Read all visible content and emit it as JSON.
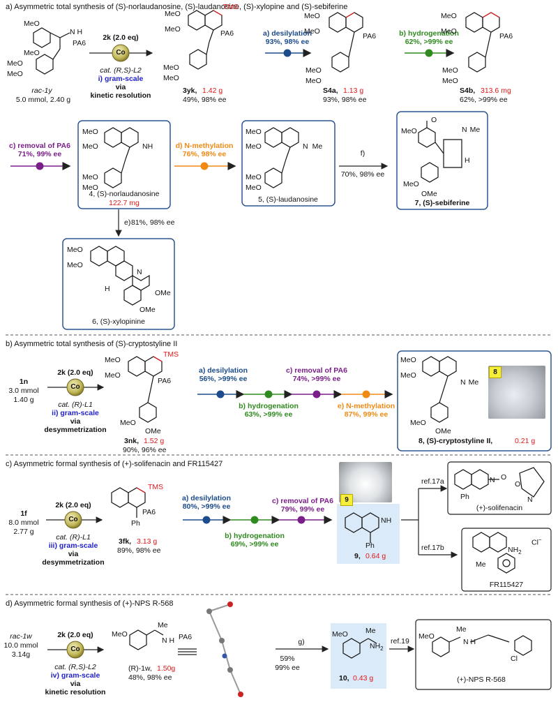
{
  "sections": {
    "a": {
      "title": "a) Asymmetric total synthesis of (S)-norlaudanosine, (S)-laudanosine, (S)-xylopine and (S)-sebiferine",
      "start_label": "rac-1y",
      "start_amount": "5.0 mmol, 2.40 g",
      "reagent": "2k (2.0 eq)",
      "catalyst": "cat. (R,S)-L2",
      "method_1": "i) gram-scale",
      "method_2": "via",
      "method_3": "kinetic resolution",
      "p1_label": "3yk,",
      "p1_mass": "1.42 g",
      "p1_yield": "49%, 98% ee",
      "step_a": "a) desilylation",
      "step_a_yield": "93%, 98% ee",
      "p2_label": "S4a,",
      "p2_mass": "1.13 g",
      "p2_yield": "93%, 98% ee",
      "step_b": "b) hydrogenation",
      "step_b_yield": "62%, >99% ee",
      "p3_label": "S4b,",
      "p3_mass": "313.6 mg",
      "p3_yield": "62%, >99% ee",
      "step_c": "c) removal of PA6",
      "step_c_yield": "71%, 99% ee",
      "p4_label": "4, (S)-norlaudanosine",
      "p4_mass": "122.7 mg",
      "step_d": "d) N-methylation",
      "step_d_yield": "76%, 98% ee",
      "p5_label": "5, (S)-laudanosine",
      "step_f": "f)",
      "step_f_yield": "70%, 98% ee",
      "p7_label": "7, (S)-sebiferine",
      "step_e": "e)",
      "step_e_yield": "81%, 98% ee",
      "p6_label": "6, (S)-xylopinine",
      "tms": "TMS",
      "pa6": "PA6"
    },
    "b": {
      "title": "b) Asymmetric total synthesis of (S)-cryptostyline II",
      "start_label": "1n",
      "start_amount_1": "3.0 mmol",
      "start_amount_2": "1.40 g",
      "reagent": "2k (2.0 eq)",
      "catalyst": "cat. (R)-L1",
      "method_1": "ii) gram-scale",
      "method_2": "via",
      "method_3": "desymmetrization",
      "p1_label": "3nk,",
      "p1_mass": "1.52 g",
      "p1_yield": "90%, 96% ee",
      "step_a": "a) desilylation",
      "step_a_yield": "56%, >99% ee",
      "step_b": "b) hydrogenation",
      "step_b_yield": "63%, >99% ee",
      "step_c": "c) removal of PA6",
      "step_c_yield": "74%, >99% ee",
      "step_e": "e) N-methylation",
      "step_e_yield": "87%, 99% ee",
      "p8_label": "8, (S)-cryptostyline II,",
      "p8_mass": "0.21 g",
      "photo_tag": "8"
    },
    "c": {
      "title": "c) Asymmetric formal synthesis of (+)-solifenacin and FR115427",
      "start_label": "1f",
      "start_amount_1": "8.0 mmol",
      "start_amount_2": "2.77 g",
      "reagent": "2k (2.0 eq)",
      "catalyst": "cat. (R)-L1",
      "method_1": "iii) gram-scale",
      "method_2": "via",
      "method_3": "desymmetrization",
      "p1_label": "3fk,",
      "p1_mass": "3.13 g",
      "p1_yield": "89%, 98% ee",
      "step_a": "a) desilylation",
      "step_a_yield": "80%, >99% ee",
      "step_b": "b) hydrogenation",
      "step_b_yield": "69%, >99% ee",
      "step_c": "c) removal of PA6",
      "step_c_yield": "79%, 99% ee",
      "p9_label": "9,",
      "p9_mass": "0.64 g",
      "photo_tag": "9",
      "ref_a": "ref.17a",
      "ref_b": "ref.17b",
      "t1_label": "(+)-solifenacin",
      "t2_label": "FR115427"
    },
    "d": {
      "title": "d) Asymmetric formal synthesis of (+)-NPS R-568",
      "start_label": "rac-1w",
      "start_amount_1": "10.0 mmol",
      "start_amount_2": "3.14g",
      "reagent": "2k (2.0 eq)",
      "catalyst": "cat. (R,S)-L2",
      "method_1": "iv) gram-scale",
      "method_2": "via",
      "method_3": "kinetic resolution",
      "p1_label": "(R)-1w,",
      "p1_mass": "1.50g",
      "p1_yield": "48%, 98% ee",
      "step_g": "g)",
      "step_g_yield_1": "59%",
      "step_g_yield_2": "99% ee",
      "p10_label": "10,",
      "p10_mass": "0.43 g",
      "ref": "ref.19",
      "target_label": "(+)-NPS R-568"
    }
  },
  "colors": {
    "desilylation": "#1c4c8c",
    "hydrogenation": "#2f8a1f",
    "removal": "#7a1f8a",
    "methylation": "#f08a14",
    "mass": "#e01818",
    "gram_scale": "#2222cc",
    "box": "#2d5590",
    "highlight": "#dbeaf8",
    "co_ball": "#c2b85a"
  }
}
